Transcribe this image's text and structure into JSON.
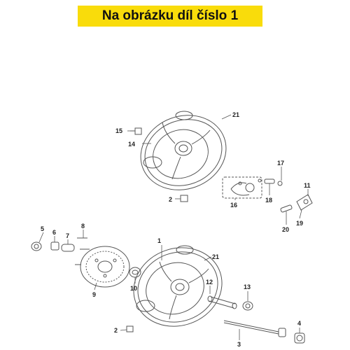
{
  "banner": {
    "text": "Na obrázku díl číslo 1",
    "color": "#f9dc0b"
  },
  "diagram": {
    "line_color": "#555555",
    "callouts": [
      {
        "id": "c1",
        "label": "1"
      },
      {
        "id": "c2a",
        "label": "2"
      },
      {
        "id": "c2b",
        "label": "2"
      },
      {
        "id": "c3",
        "label": "3"
      },
      {
        "id": "c4",
        "label": "4"
      },
      {
        "id": "c5",
        "label": "5"
      },
      {
        "id": "c6",
        "label": "6"
      },
      {
        "id": "c7",
        "label": "7"
      },
      {
        "id": "c8",
        "label": "8"
      },
      {
        "id": "c9",
        "label": "9"
      },
      {
        "id": "c10",
        "label": "10"
      },
      {
        "id": "c11",
        "label": "11"
      },
      {
        "id": "c12",
        "label": "12"
      },
      {
        "id": "c13",
        "label": "13"
      },
      {
        "id": "c14",
        "label": "14"
      },
      {
        "id": "c15",
        "label": "15"
      },
      {
        "id": "c16",
        "label": "16"
      },
      {
        "id": "c17",
        "label": "17"
      },
      {
        "id": "c18",
        "label": "18"
      },
      {
        "id": "c19",
        "label": "19"
      },
      {
        "id": "c20",
        "label": "20"
      },
      {
        "id": "c21a",
        "label": "21"
      },
      {
        "id": "c21b",
        "label": "21"
      }
    ]
  }
}
